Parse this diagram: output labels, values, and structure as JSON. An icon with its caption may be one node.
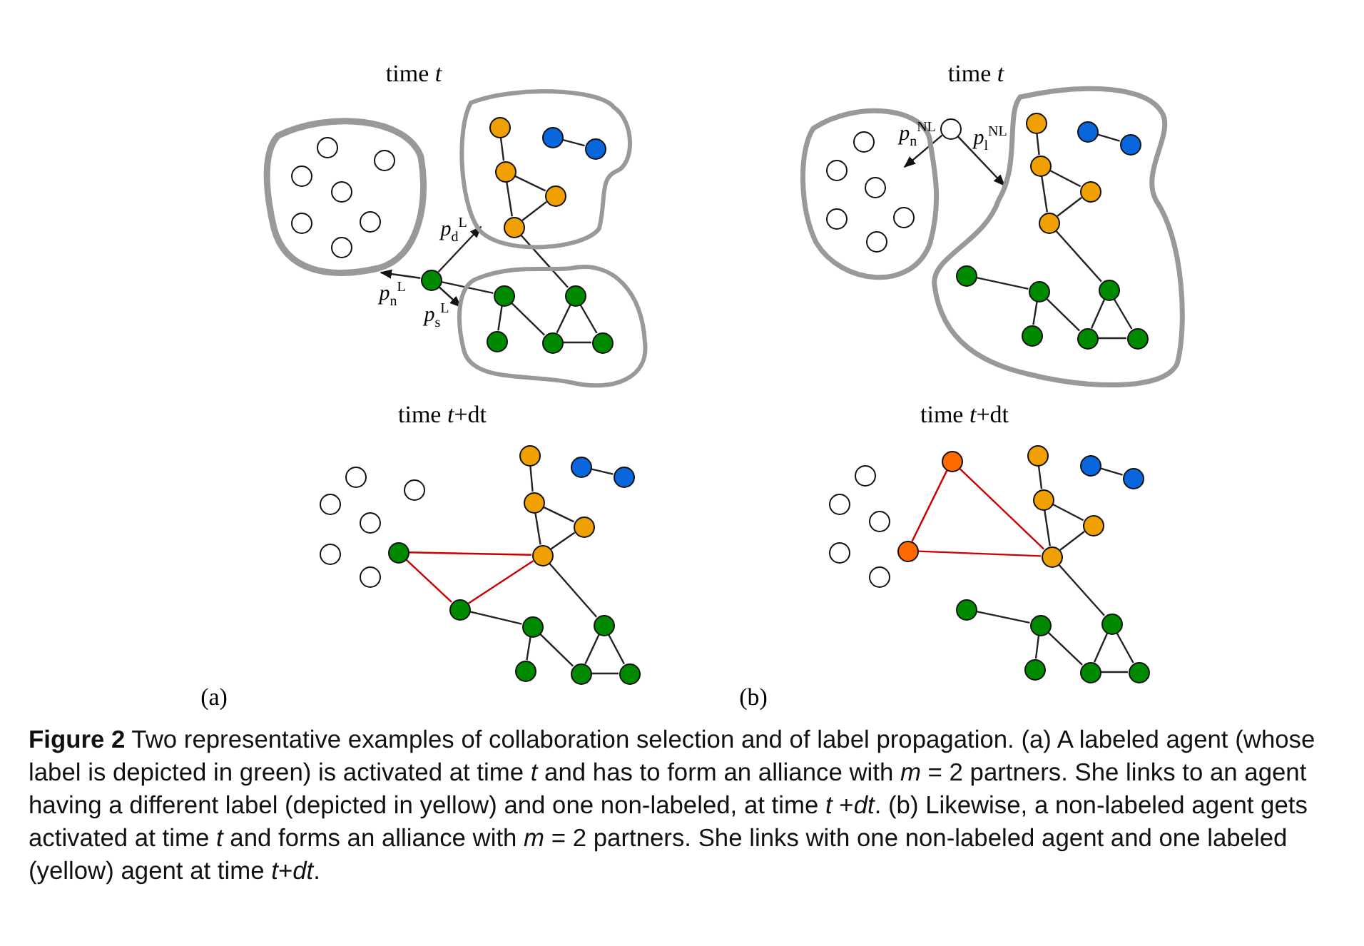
{
  "diagram": {
    "caption": "**Figure 2** Two representative examples of collaboration selection and of label propagation. (a) A labeled agent (whose label is depicted in green) is activated at time *t* and has to form an alliance with *m* = 2 partners. She links to an agent having a different label (depicted in yellow) and one non-labeled, at time *t* +*dt*. (b) Likewise, a non-labeled agent gets activated at time *t* and forms an alliance with *m* = 2 partners. She links with one non-labeled agent and one labeled (yellow) agent at time *t*+*dt*.",
    "nodes": [
      {
        "text": [],
        "shape": "blob"
      },
      {
        "text": [],
        "shape": "circle",
        "in": 0
      },
      {
        "text": [],
        "shape": "circle",
        "in": 0
      },
      {
        "text": [],
        "shape": "circle",
        "in": 0
      },
      {
        "text": [],
        "shape": "circle",
        "in": 0
      },
      {
        "text": [],
        "shape": "circle",
        "in": 0
      },
      {
        "text": [],
        "shape": "circle",
        "in": 0
      },
      {
        "text": [],
        "shape": "circle",
        "in": 0
      },
      {
        "text": [],
        "shape": "blob"
      },
      {
        "text": [],
        "shape": "circle",
        "in": 8
      },
      {
        "text": [],
        "shape": "circle",
        "in": 8
      },
      {
        "text": [],
        "shape": "circle",
        "in": 8
      },
      {
        "text": [],
        "shape": "circle",
        "in": 8
      },
      {
        "text": [],
        "shape": "circle",
        "in": 8
      },
      {
        "text": [],
        "shape": "circle",
        "in": 8
      },
      {
        "text": [],
        "shape": "circle"
      },
      {
        "text": [],
        "shape": "blob"
      },
      {
        "text": [],
        "shape": "circle",
        "in": 16
      },
      {
        "text": [],
        "shape": "circle",
        "in": 16
      },
      {
        "text": [],
        "shape": "circle",
        "in": 16
      },
      {
        "text": [],
        "shape": "circle",
        "in": 16
      },
      {
        "text": [],
        "shape": "circle",
        "in": 16
      },
      {
        "text": [],
        "shape": "blob"
      },
      {
        "text": [],
        "shape": "circle",
        "in": 22
      },
      {
        "text": [],
        "shape": "circle",
        "in": 22
      },
      {
        "text": [],
        "shape": "circle",
        "in": 22
      },
      {
        "text": [],
        "shape": "circle",
        "in": 22
      },
      {
        "text": [],
        "shape": "circle",
        "in": 22
      },
      {
        "text": [],
        "shape": "circle",
        "in": 22
      },
      {
        "text": [],
        "shape": "circle"
      },
      {
        "text": [],
        "shape": "blob"
      },
      {
        "text": [],
        "shape": "circle",
        "in": 30
      },
      {
        "text": [],
        "shape": "circle",
        "in": 30
      },
      {
        "text": [],
        "shape": "circle",
        "in": 30
      },
      {
        "text": [],
        "shape": "circle",
        "in": 30
      },
      {
        "text": [],
        "shape": "circle",
        "in": 30
      },
      {
        "text": [],
        "shape": "circle",
        "in": 30
      },
      {
        "text": [],
        "shape": "circle",
        "in": 30
      },
      {
        "text": [],
        "shape": "circle",
        "in": 30
      },
      {
        "text": [],
        "shape": "circle",
        "in": 30
      },
      {
        "text": [],
        "shape": "circle",
        "in": 30
      },
      {
        "text": [],
        "shape": "circle",
        "in": 30
      },
      {
        "text": [],
        "shape": "circle",
        "in": 30
      },
      {
        "text": [],
        "shape": "circle"
      },
      {
        "text": [],
        "shape": "circle"
      },
      {
        "text": [],
        "shape": "circle"
      },
      {
        "text": [],
        "shape": "circle"
      },
      {
        "text": [],
        "shape": "circle"
      },
      {
        "text": [],
        "shape": "circle"
      },
      {
        "text": [],
        "shape": "circle"
      },
      {
        "text": [],
        "shape": "circle"
      },
      {
        "text": [],
        "shape": "circle"
      },
      {
        "text": [],
        "shape": "circle"
      },
      {
        "text": [],
        "shape": "circle"
      },
      {
        "text": [],
        "shape": "circle"
      },
      {
        "text": [],
        "shape": "circle"
      },
      {
        "text": [],
        "shape": "circle"
      },
      {
        "text": [],
        "shape": "circle"
      },
      {
        "text": [],
        "shape": "circle"
      },
      {
        "text": [],
        "shape": "circle"
      },
      {
        "text": [],
        "shape": "circle"
      },
      {
        "text": [],
        "shape": "circle"
      },
      {
        "text": [],
        "shape": "circle"
      },
      {
        "text": [],
        "shape": "circle"
      },
      {
        "text": [],
        "shape": "circle"
      },
      {
        "text": [],
        "shape": "circle"
      },
      {
        "text": [],
        "shape": "circle"
      },
      {
        "text": [],
        "shape": "circle"
      },
      {
        "text": [],
        "shape": "circle"
      },
      {
        "text": [],
        "shape": "circle"
      },
      {
        "text": [],
        "shape": "circle"
      },
      {
        "text": [],
        "shape": "circle"
      },
      {
        "text": [],
        "shape": "circle"
      },
      {
        "text": [],
        "shape": "circle"
      },
      {
        "text": [],
        "shape": "circle"
      },
      {
        "text": [],
        "shape": "circle"
      },
      {
        "text": [],
        "shape": "circle"
      },
      {
        "text": [],
        "shape": "circle"
      },
      {
        "text": [],
        "shape": "circle"
      },
      {
        "text": [],
        "shape": "circle"
      },
      {
        "text": [],
        "shape": "circle"
      }
    ],
    "edges": [
      {
        "from": 9,
        "to": 10,
        "arrow": "none"
      },
      {
        "from": 10,
        "to": 11,
        "arrow": "none"
      },
      {
        "from": 10,
        "to": 12,
        "arrow": "none"
      },
      {
        "from": 11,
        "to": 12,
        "arrow": "none"
      },
      {
        "from": 12,
        "to": 18,
        "arrow": "none"
      },
      {
        "from": 13,
        "to": 14,
        "arrow": "none"
      },
      {
        "from": 15,
        "to": 17,
        "arrow": "none"
      },
      {
        "from": 17,
        "to": 19,
        "arrow": "none"
      },
      {
        "from": 17,
        "to": 20,
        "arrow": "none"
      },
      {
        "from": 18,
        "to": 20,
        "arrow": "none"
      },
      {
        "from": 18,
        "to": 21,
        "arrow": "none"
      },
      {
        "from": 20,
        "to": 21,
        "arrow": "none"
      },
      {
        "from": 15,
        "to": 0,
        "arrow": "to",
        "label": "*p*$_{n}$$^{L}$"
      },
      {
        "from": 15,
        "to": 8,
        "arrow": "to",
        "label": "*p*$_{d}$$^{L}$"
      },
      {
        "from": 15,
        "to": 16,
        "arrow": "to",
        "label": "*p*$_{s}$$^{L}$"
      },
      {
        "from": 31,
        "to": 32,
        "arrow": "none"
      },
      {
        "from": 32,
        "to": 33,
        "arrow": "none"
      },
      {
        "from": 32,
        "to": 34,
        "arrow": "none"
      },
      {
        "from": 33,
        "to": 34,
        "arrow": "none"
      },
      {
        "from": 34,
        "to": 39,
        "arrow": "none"
      },
      {
        "from": 35,
        "to": 36,
        "arrow": "none"
      },
      {
        "from": 37,
        "to": 38,
        "arrow": "none"
      },
      {
        "from": 38,
        "to": 40,
        "arrow": "none"
      },
      {
        "from": 38,
        "to": 41,
        "arrow": "none"
      },
      {
        "from": 41,
        "to": 39,
        "arrow": "none"
      },
      {
        "from": 39,
        "to": 42,
        "arrow": "none"
      },
      {
        "from": 41,
        "to": 42,
        "arrow": "none"
      },
      {
        "from": 29,
        "to": 22,
        "arrow": "to",
        "label": "*p*$_{n}$$^{NL}$"
      },
      {
        "from": 29,
        "to": 30,
        "arrow": "to",
        "label": "*p*$_{l}$$^{NL}$"
      },
      {
        "from": 49,
        "to": 50,
        "arrow": "none"
      },
      {
        "from": 50,
        "to": 51,
        "arrow": "none"
      },
      {
        "from": 50,
        "to": 52,
        "arrow": "none"
      },
      {
        "from": 51,
        "to": 52,
        "arrow": "none"
      },
      {
        "from": 52,
        "to": 58,
        "arrow": "none"
      },
      {
        "from": 53,
        "to": 54,
        "arrow": "none"
      },
      {
        "from": 55,
        "to": 52,
        "arrow": "none",
        "color": "#cc0000"
      },
      {
        "from": 55,
        "to": 56,
        "arrow": "none",
        "color": "#cc0000"
      },
      {
        "from": 56,
        "to": 52,
        "arrow": "none",
        "color": "#cc0000"
      },
      {
        "from": 56,
        "to": 57,
        "arrow": "none"
      },
      {
        "from": 57,
        "to": 59,
        "arrow": "none"
      },
      {
        "from": 57,
        "to": 60,
        "arrow": "none"
      },
      {
        "from": 60,
        "to": 58,
        "arrow": "none"
      },
      {
        "from": 58,
        "to": 61,
        "arrow": "none"
      },
      {
        "from": 60,
        "to": 61,
        "arrow": "none"
      },
      {
        "from": 69,
        "to": 70,
        "arrow": "none"
      },
      {
        "from": 70,
        "to": 71,
        "arrow": "none"
      },
      {
        "from": 70,
        "to": 72,
        "arrow": "none"
      },
      {
        "from": 71,
        "to": 72,
        "arrow": "none"
      },
      {
        "from": 72,
        "to": 77,
        "arrow": "none"
      },
      {
        "from": 73,
        "to": 74,
        "arrow": "none"
      },
      {
        "from": 67,
        "to": 68,
        "arrow": "none",
        "color": "#cc0000"
      },
      {
        "from": 67,
        "to": 72,
        "arrow": "none",
        "color": "#cc0000"
      },
      {
        "from": 68,
        "to": 72,
        "arrow": "none",
        "color": "#cc0000"
      },
      {
        "from": 75,
        "to": 76,
        "arrow": "none"
      },
      {
        "from": 76,
        "to": 78,
        "arrow": "none"
      },
      {
        "from": 76,
        "to": 79,
        "arrow": "none"
      },
      {
        "from": 79,
        "to": 77,
        "arrow": "none"
      },
      {
        "from": 77,
        "to": 80,
        "arrow": "none"
      },
      {
        "from": 79,
        "to": 80,
        "arrow": "none"
      }
    ],
    "labels": [
      "time *t*",
      "time *t*",
      "time *t*+dt",
      "time *t*+dt",
      "(a)",
      "(b)"
    ]
  }
}
